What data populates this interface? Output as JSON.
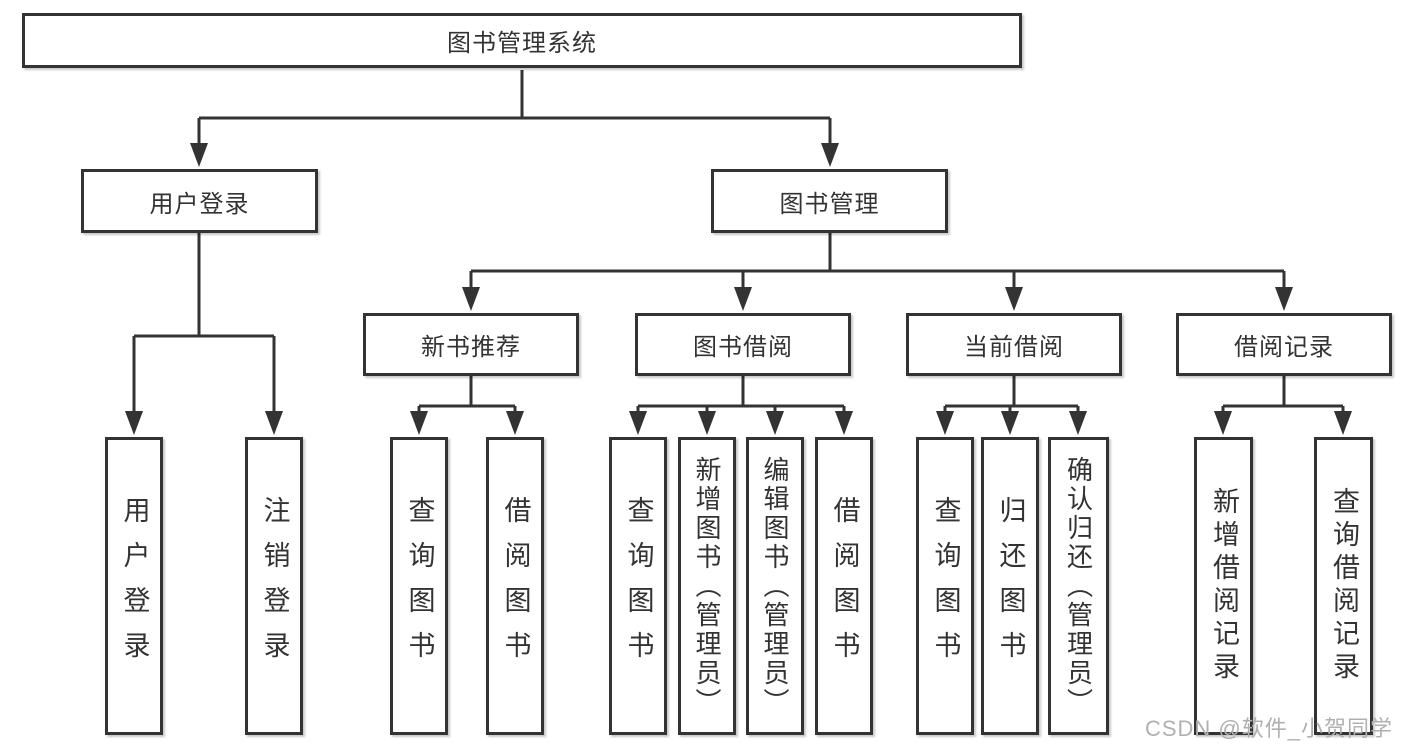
{
  "diagram_type": "function-structure-tree",
  "colors": {
    "line": "#333333",
    "text": "#333333",
    "box_background": "#ffffff",
    "page_background": "#ffffff",
    "watermark": "#b0b0b0"
  },
  "tree": {
    "root": {
      "label": "图书管理系统",
      "children": [
        {
          "label": "用户登录",
          "children": [
            {
              "label": "用户登录"
            },
            {
              "label": "注销登录"
            }
          ]
        },
        {
          "label": "图书管理",
          "children": [
            {
              "label": "新书推荐",
              "children": [
                {
                  "label": "查询图书"
                },
                {
                  "label": "借阅图书"
                }
              ]
            },
            {
              "label": "图书借阅",
              "children": [
                {
                  "label": "查询图书"
                },
                {
                  "label": "新增图书（管理员）"
                },
                {
                  "label": "编辑图书（管理员）"
                },
                {
                  "label": "借阅图书"
                }
              ]
            },
            {
              "label": "当前借阅",
              "children": [
                {
                  "label": "查询图书"
                },
                {
                  "label": "归还图书"
                },
                {
                  "label": "确认归还（管理员）"
                }
              ]
            },
            {
              "label": "借阅记录",
              "children": [
                {
                  "label": "新增借阅记录"
                },
                {
                  "label": "查询借阅记录"
                }
              ]
            }
          ]
        }
      ]
    }
  },
  "watermark": "CSDN @软件_小贺同学"
}
